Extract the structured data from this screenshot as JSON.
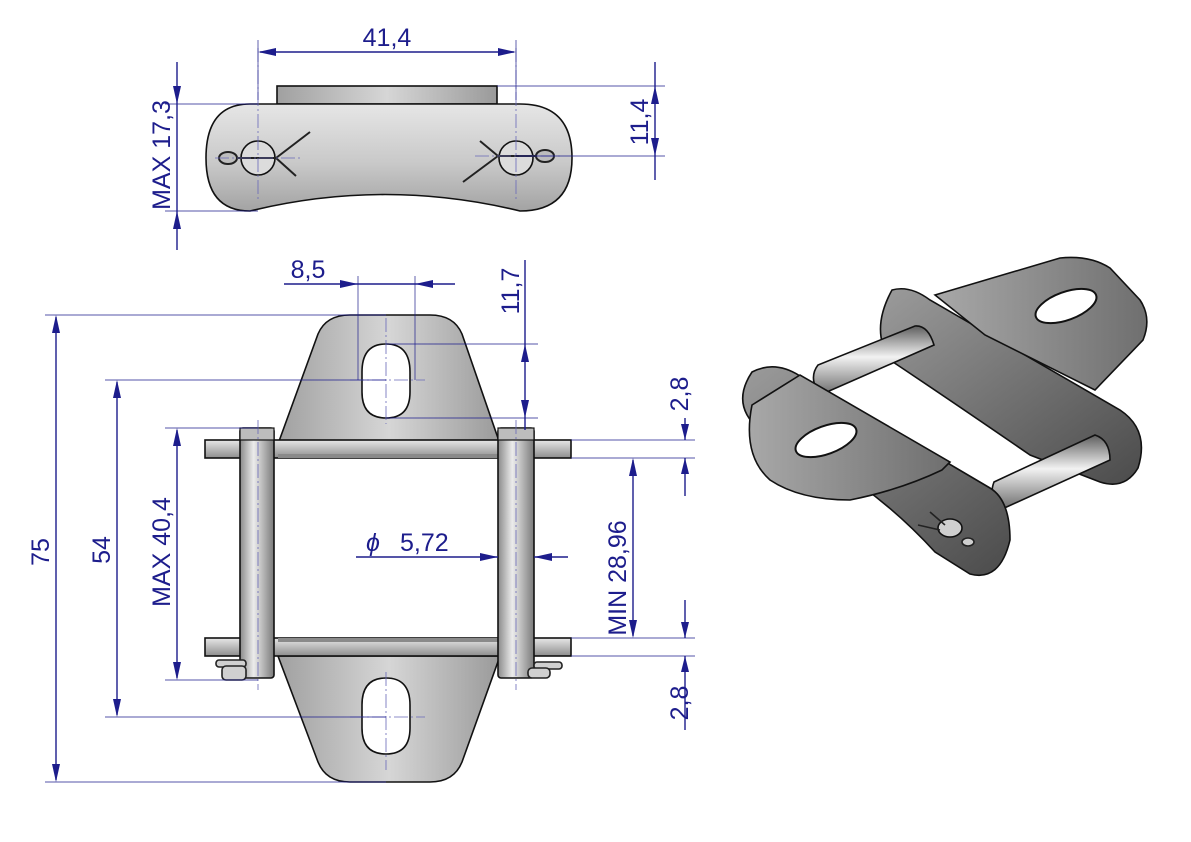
{
  "dimensions": {
    "top_width": "41,4",
    "top_height_max": "MAX 17,3",
    "top_height_right": "11,4",
    "slot_width": "8,5",
    "slot_length": "11,7",
    "overall_length": "75",
    "slot_pitch": "54",
    "max_width": "MAX 40,4",
    "pin_diameter_symbol": "ϕ",
    "pin_diameter": "5,72",
    "inner_width_min": "MIN 28,96",
    "plate_thickness_top": "2,8",
    "plate_thickness_bottom": "2,8"
  },
  "colors": {
    "dimension": "#1d1d8c",
    "steel_light": "#d2d2d2",
    "steel_mid": "#a9a9a9",
    "steel_dark": "#555555",
    "outline": "#111111"
  },
  "icons": {
    "diameter": "diameter-symbol"
  }
}
